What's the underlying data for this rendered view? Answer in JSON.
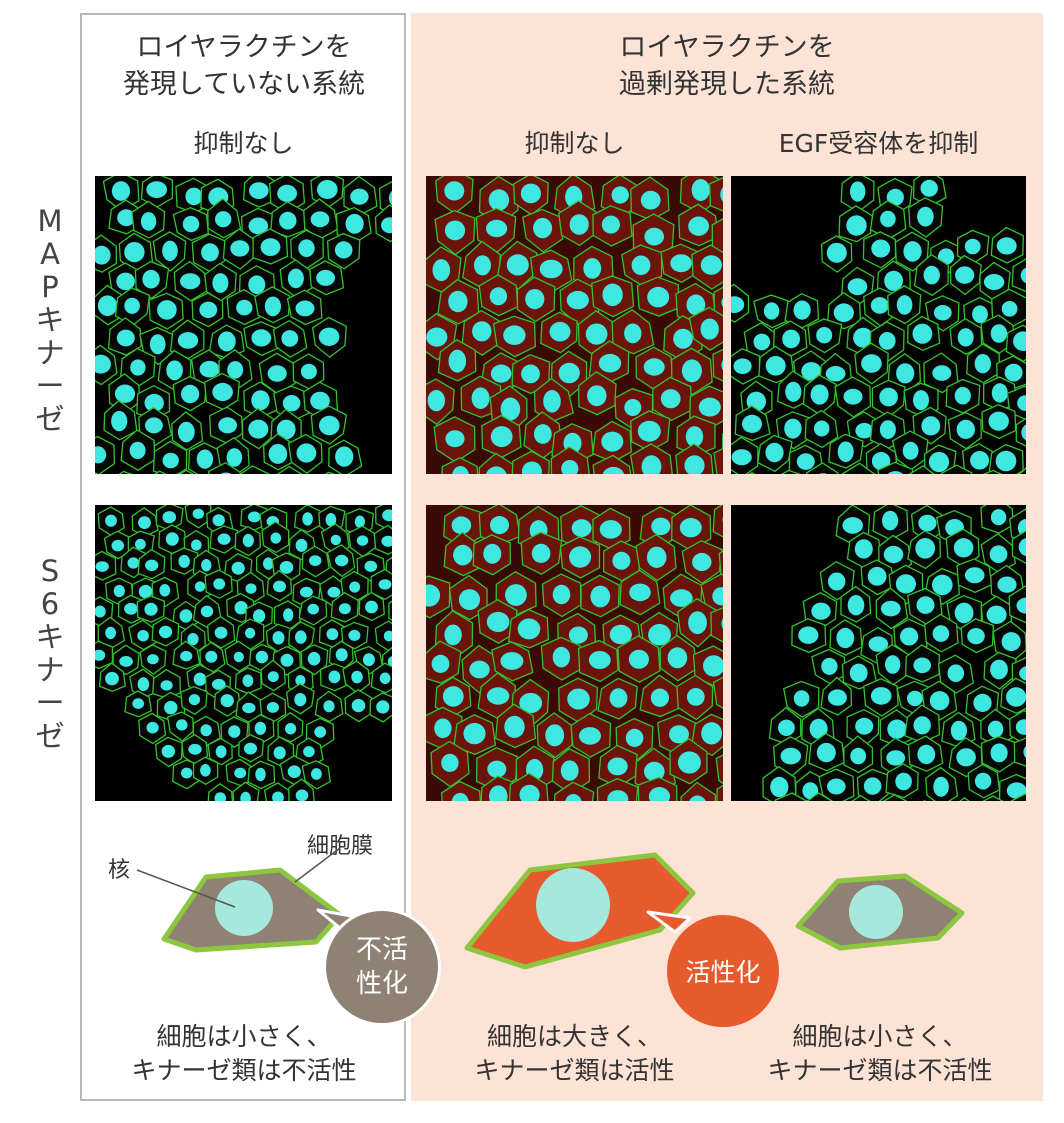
{
  "columns": {
    "left_header": [
      "ロイヤラクチンを",
      "発現していない系統"
    ],
    "right_header": [
      "ロイヤラクチンを",
      "過剰発現した系統"
    ],
    "conditions": [
      "抑制なし",
      "抑制なし",
      "EGF受容体を抑制"
    ]
  },
  "rows": [
    {
      "label_chars": [
        "M",
        "A",
        "P",
        "キ",
        "ナ",
        "ー",
        "ゼ"
      ]
    },
    {
      "label_chars": [
        "S",
        "6",
        "キ",
        "ナ",
        "ー",
        "ゼ"
      ]
    }
  ],
  "diagram": {
    "nucleus_label": "核",
    "membrane_label": "細胞膜",
    "inactive_badge": [
      "不活",
      "性化"
    ],
    "active_badge": "活性化",
    "captions": [
      [
        "細胞は小さく、",
        "キナーゼ類は不活性"
      ],
      [
        "細胞は大きく、",
        "キナーゼ類は活性"
      ],
      [
        "細胞は小さく、",
        "キナーゼ類は不活性"
      ]
    ]
  },
  "colors": {
    "left_panel_border": "#b8b8b8",
    "right_panel_bg": "#fde3d6",
    "nucleus": "#3ee8e0",
    "membrane": "#35c22e",
    "cytoplasm_inactive": "#8f8275",
    "cytoplasm_active": "#e65a2e",
    "nucleus_diagram": "#a6e8dc",
    "membrane_diagram": "#8dc63f"
  }
}
